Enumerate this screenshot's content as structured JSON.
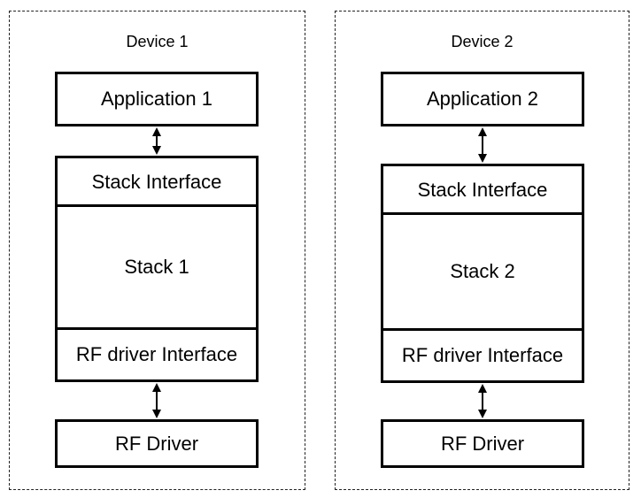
{
  "devices": [
    {
      "title": "Device 1",
      "application": "Application 1",
      "stack_interface": "Stack Interface",
      "stack": "Stack 1",
      "rf_driver_interface": "RF driver Interface",
      "rf_driver": "RF Driver"
    },
    {
      "title": "Device 2",
      "application": "Application 2",
      "stack_interface": "Stack Interface",
      "stack": "Stack 2",
      "rf_driver_interface": "RF driver Interface",
      "rf_driver": "RF Driver"
    }
  ],
  "colors": {
    "stroke": "#000000",
    "dashed_border": "#222222",
    "background": "#ffffff"
  }
}
